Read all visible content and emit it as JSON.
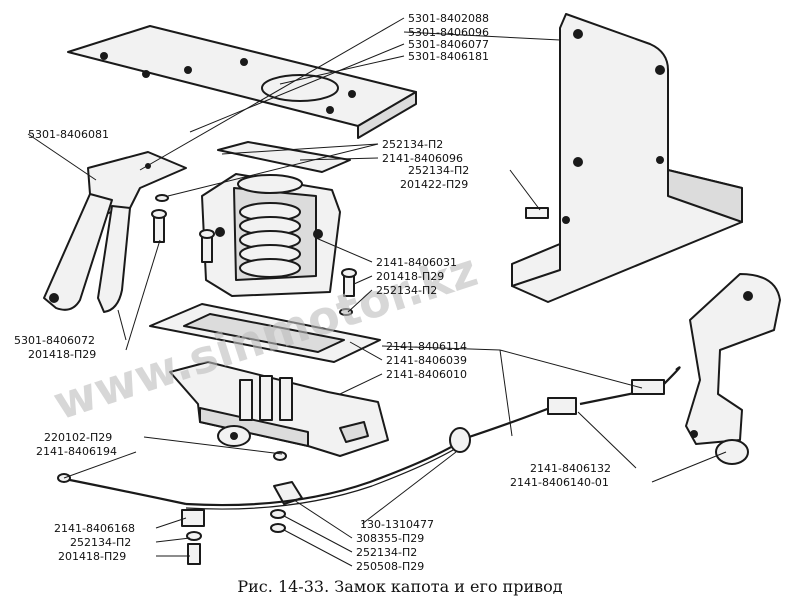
{
  "labels": {
    "l01": "5301-8402088",
    "l02": "5301-8406096",
    "l03": "5301-8406077",
    "l04": "5301-8406181",
    "l05": "5301-8406081",
    "l06": "252134-П2",
    "l07": "2141-8406096",
    "l08": "252134-П2",
    "l09": "201422-П29",
    "l10": "2141-8406031",
    "l11": "201418-П29",
    "l12": "252134-П2",
    "l13": "5301-8406072",
    "l14": "201418-П29",
    "l15": "2141-8406114",
    "l16": "2141-8406039",
    "l17": "2141-8406010",
    "l18": "220102-П29",
    "l19": "2141-8406194",
    "l20": "2141-8406132",
    "l21": "2141-8406140-01",
    "l22": "2141-8406168",
    "l23": "252134-П2",
    "l24": "201418-П29",
    "l25": "130-1310477",
    "l26": "308355-П29",
    "l27": "252134-П2",
    "l28": "250508-П29"
  },
  "caption": "Рис. 14-33. Замок капота и его привод",
  "watermark": "www.sinmotor.kz",
  "colors": {
    "ink": "#1a1a1a",
    "paper": "#ffffff",
    "watermark": "#bdbdbd"
  }
}
